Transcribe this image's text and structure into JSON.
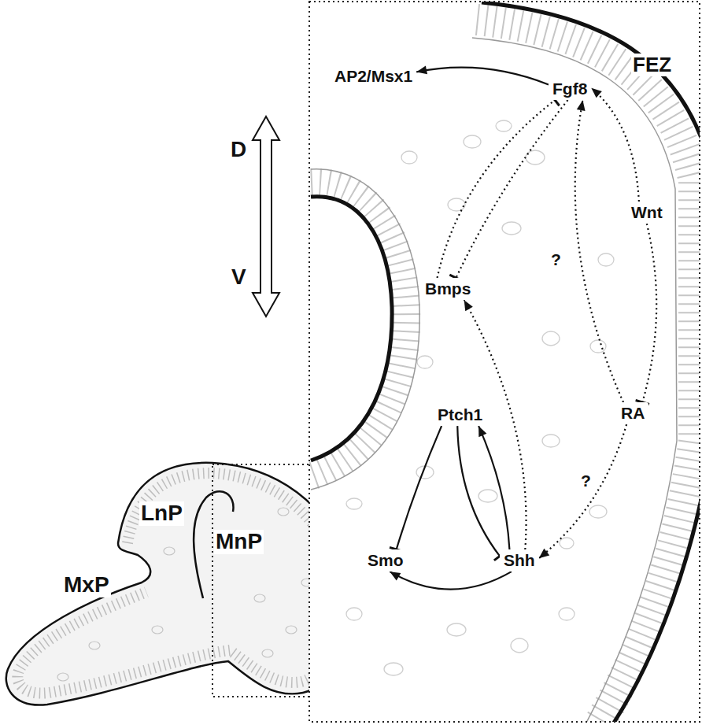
{
  "diagram": {
    "nodes": [
      {
        "text": [
          "AP2/Msx1"
        ]
      },
      {
        "text": [
          "Fgf8"
        ]
      },
      {
        "text": [
          "Bmps"
        ]
      },
      {
        "text": [
          "Wnt"
        ]
      },
      {
        "text": [
          "RA"
        ]
      },
      {
        "text": [
          "Ptch1"
        ]
      },
      {
        "text": [
          "Smo"
        ]
      },
      {
        "text": [
          "Shh"
        ]
      }
    ],
    "edges": [
      {
        "from": 1,
        "to": 0,
        "arrow": "to"
      },
      {
        "from": 2,
        "to": 1,
        "arrow": "to"
      },
      {
        "from": 1,
        "to": 2,
        "arrow": "to"
      },
      {
        "from": 4,
        "to": 1,
        "arrow": "to",
        "label": "?"
      },
      {
        "from": 3,
        "to": 1,
        "arrow": "to"
      },
      {
        "from": 3,
        "to": 4,
        "arrow": "to"
      },
      {
        "from": 4,
        "to": 7,
        "arrow": "to",
        "label": "?"
      },
      {
        "from": 7,
        "to": 2,
        "arrow": "to"
      },
      {
        "from": 7,
        "to": 5,
        "arrow": "to"
      },
      {
        "from": 5,
        "to": 7,
        "arrow": "to"
      },
      {
        "from": 5,
        "to": 6,
        "arrow": "to"
      },
      {
        "from": 7,
        "to": 6,
        "arrow": "to"
      }
    ],
    "labels": [
      "FEZ",
      "D",
      "V",
      "LnP",
      "MxP",
      "MnP"
    ]
  }
}
